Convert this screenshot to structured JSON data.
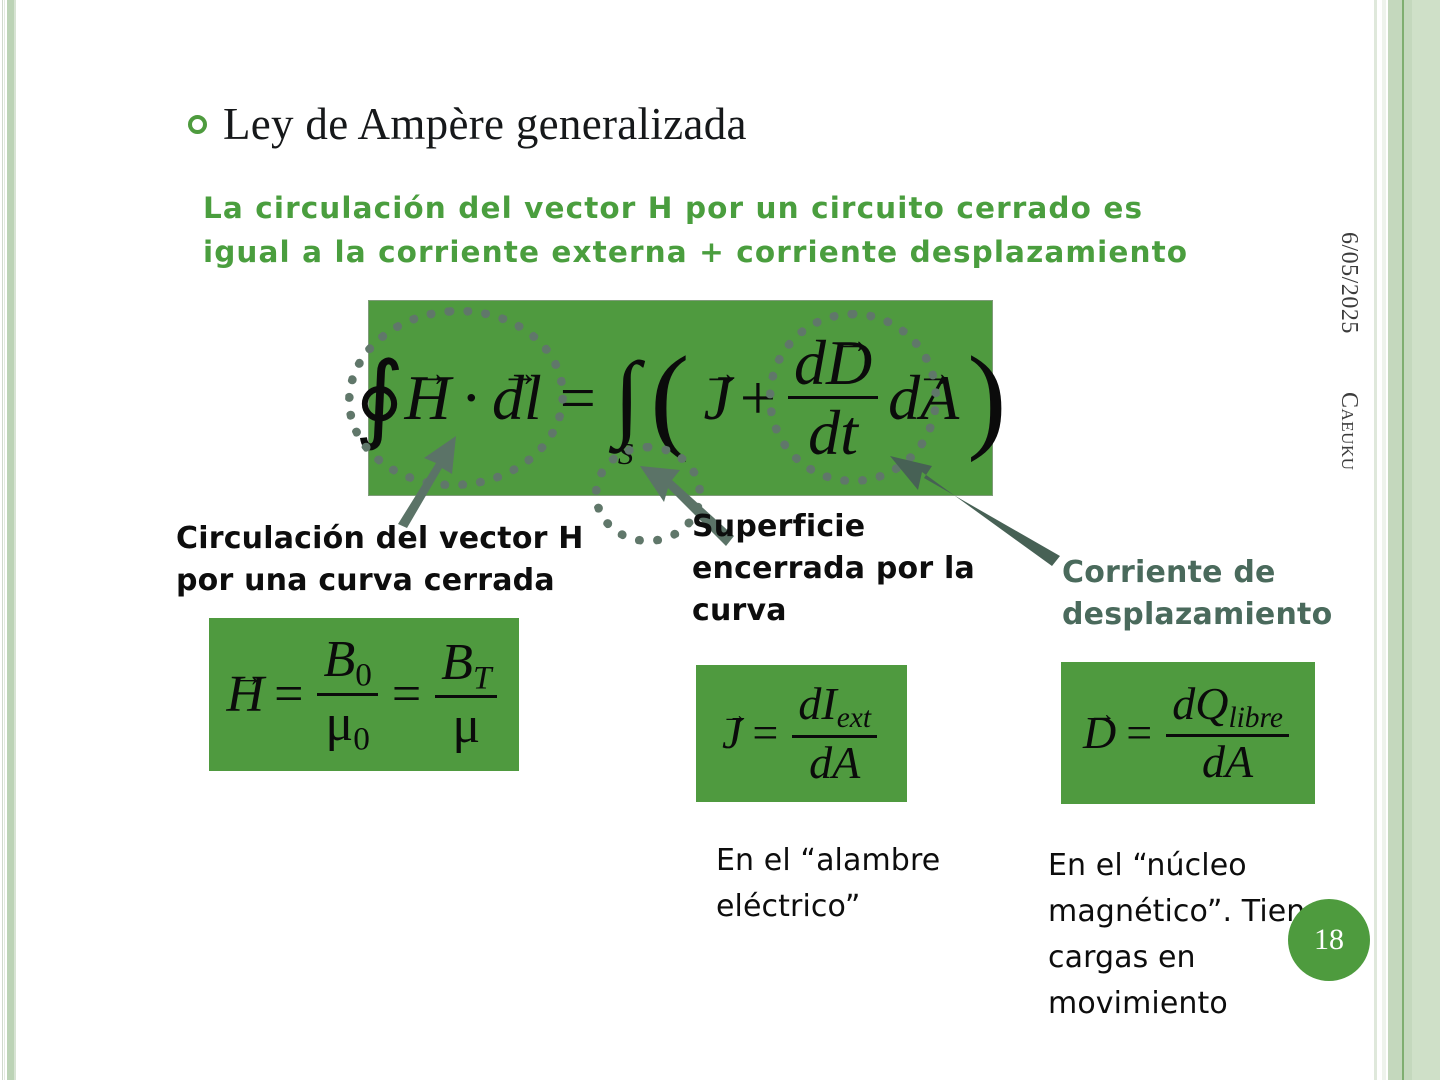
{
  "slide": {
    "title": "Ley de Ampère generalizada",
    "intro_line1": "La circulación del vector H por un circuito cerrado es",
    "intro_line2": "igual a la corriente externa + corriente desplazamiento",
    "page_number": "18",
    "sidebar_date": "6/05/2025",
    "sidebar_author": "Caeuku",
    "colors": {
      "box_green": "#4f9a3f",
      "accent_green": "#4a9e3e",
      "badge_green": "#4e9b3e",
      "annotation_gray_green": "#4a6a5c",
      "border_green": "#c4d8bd"
    }
  },
  "main_equation": {
    "lhs_integral": "∮",
    "lhs_vec_H": "H",
    "dot": "·",
    "lhs_vec_dl": "dl",
    "equals": "=",
    "rhs_integral": "∫",
    "rhs_integral_subscript": "S",
    "paren_open": "(",
    "rhs_vec_J": "J",
    "plus": "+",
    "frac_num": "dD",
    "frac_den": "dt",
    "rhs_vec_dA": "dA",
    "paren_close": ")",
    "plain": "∮ H⃗ · dl⃗ = ∫S ( J⃗ + dD⃗/dt ) dA⃗"
  },
  "formula_h": {
    "vec": "H",
    "equals1": "=",
    "num1": "B",
    "num1_sub": "0",
    "den1": "μ",
    "den1_sub": "0",
    "equals2": "=",
    "num2": "B",
    "num2_sub": "T",
    "den2": "μ",
    "plain": "H⃗ = B₀/μ₀ = B_T/μ"
  },
  "formula_j": {
    "vec": "J",
    "equals": "=",
    "num": "dI",
    "num_sub": "ext",
    "den": "dA",
    "plain": "J⃗ = dI_ext/dA"
  },
  "formula_d": {
    "vec": "D",
    "equals": "=",
    "num": "dQ",
    "num_sub": "libre",
    "den": "dA",
    "plain": "D⃗ = dQ_libre/dA"
  },
  "annotations": {
    "circulacion": "Circulación del vector H por una curva cerrada",
    "superficie": "Superficie encerrada por la curva",
    "corriente": "Corriente de desplazamiento",
    "caption_j": "En el “alambre eléctrico”",
    "caption_d": "En el “núcleo magnético”. Tiene cargas en movimiento"
  }
}
